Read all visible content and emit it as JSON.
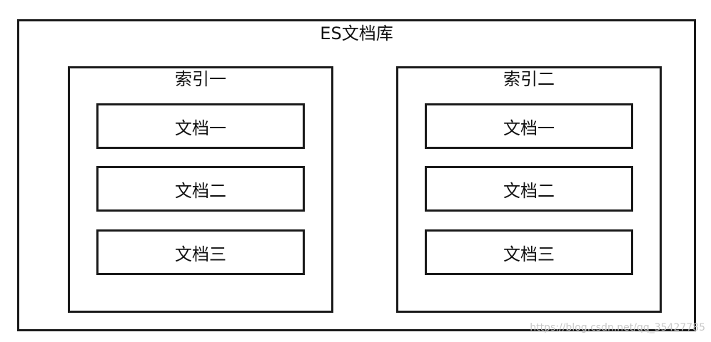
{
  "library": {
    "title": "ES文档库"
  },
  "indexes": [
    {
      "title": "索引一",
      "documents": [
        "文档一",
        "文档二",
        "文档三"
      ]
    },
    {
      "title": "索引二",
      "documents": [
        "文档一",
        "文档二",
        "文档三"
      ]
    }
  ],
  "watermark": "https://blog.csdn.net/qq_35427785"
}
